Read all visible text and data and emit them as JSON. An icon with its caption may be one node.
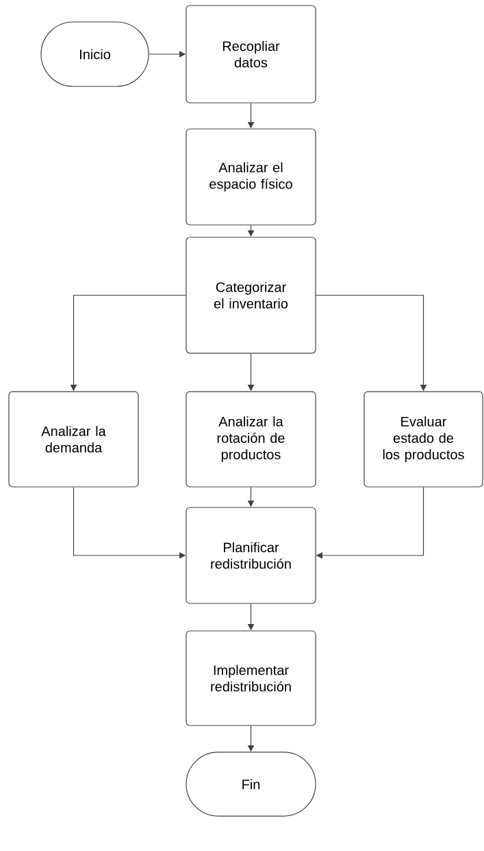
{
  "diagram": {
    "nodes": [
      {
        "text": [
          "Inicio"
        ]
      },
      {
        "text": [
          "Recopliar datos"
        ]
      },
      {
        "text": [
          "Analizar el espacio físico"
        ]
      },
      {
        "text": [
          "Categorizar el inventario"
        ]
      },
      {
        "text": [
          "Analizar la demanda"
        ]
      },
      {
        "text": [
          "Analizar la rotación de productos"
        ]
      },
      {
        "text": [
          "Evaluar estado de los productos"
        ]
      },
      {
        "text": [
          "Planificar redistribución"
        ]
      },
      {
        "text": [
          "Implementar redistribución"
        ]
      },
      {
        "text": [
          "Fin"
        ]
      }
    ],
    "edges": [
      {
        "from": 0,
        "to": 1,
        "arrow": "to"
      },
      {
        "from": 1,
        "to": 2,
        "arrow": "to"
      },
      {
        "from": 2,
        "to": 3,
        "arrow": "to"
      },
      {
        "from": 3,
        "to": 4,
        "arrow": "to"
      },
      {
        "from": 3,
        "to": 5,
        "arrow": "to"
      },
      {
        "from": 3,
        "to": 6,
        "arrow": "to"
      },
      {
        "from": 4,
        "to": 7,
        "arrow": "to"
      },
      {
        "from": 5,
        "to": 7,
        "arrow": "to"
      },
      {
        "from": 6,
        "to": 7,
        "arrow": "to"
      },
      {
        "from": 7,
        "to": 8,
        "arrow": "to"
      },
      {
        "from": 8,
        "to": 9,
        "arrow": "to"
      }
    ]
  }
}
